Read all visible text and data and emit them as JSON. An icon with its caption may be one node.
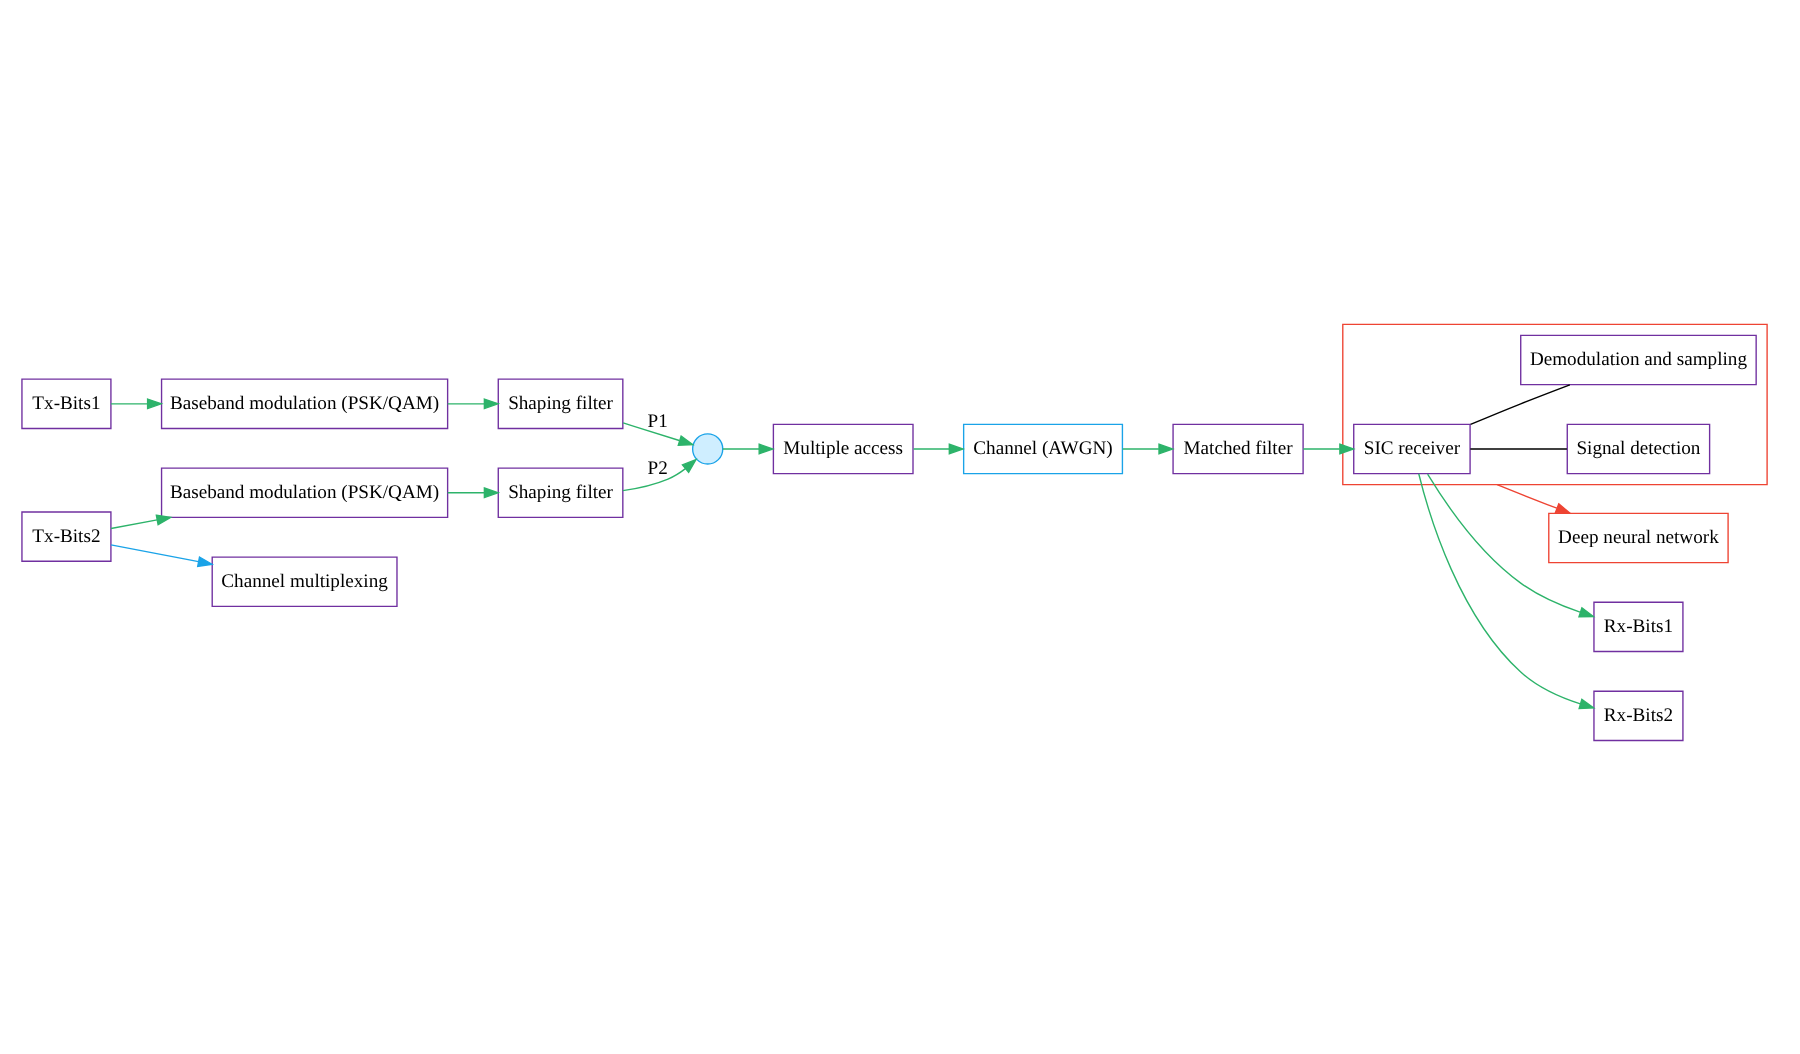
{
  "diagram": {
    "nodes": [
      {
        "text": [
          "Tx-Bits1"
        ]
      },
      {
        "text": [
          "Baseband modulation (PSK/QAM)"
        ]
      },
      {
        "text": [
          "Shaping filter"
        ]
      },
      {
        "text": [
          "Tx-Bits2"
        ]
      },
      {
        "text": [
          "Baseband modulation (PSK/QAM)"
        ]
      },
      {
        "text": [
          "Shaping filter"
        ]
      },
      {
        "text": [],
        "shape": "circle"
      },
      {
        "text": [
          "Multiple access"
        ]
      },
      {
        "text": [
          "Channel multiplexing"
        ]
      },
      {
        "text": [
          "Channel (AWGN)"
        ]
      },
      {
        "text": [
          "Deep neural network"
        ]
      },
      {
        "text": [],
        "shape": "box"
      },
      {
        "text": [
          "Rx-Bits1"
        ]
      },
      {
        "text": [
          "Rx-Bits2"
        ]
      },
      {
        "text": [
          "SIC receiver"
        ],
        "in": 11
      },
      {
        "text": [
          "Matched filter"
        ]
      },
      {
        "text": [
          "Signal detection"
        ],
        "in": 11
      },
      {
        "text": [
          "Demodulation and sampling"
        ],
        "in": 11
      }
    ],
    "edges": [
      {
        "from": 0,
        "to": 1,
        "arrow": "to"
      },
      {
        "from": 1,
        "to": 2,
        "arrow": "to"
      },
      {
        "from": 2,
        "to": 6,
        "arrow": "to",
        "label": "P1"
      },
      {
        "from": 3,
        "to": 4,
        "arrow": "to"
      },
      {
        "from": 4,
        "to": 5,
        "arrow": "to"
      },
      {
        "from": 5,
        "to": 6,
        "arrow": "to",
        "label": "P2"
      },
      {
        "from": 6,
        "to": 7,
        "arrow": "to"
      },
      {
        "from": 3,
        "to": 8,
        "arrow": "to",
        "color": "#1aa3e8"
      },
      {
        "from": 7,
        "to": 9,
        "arrow": "to"
      },
      {
        "from": 9,
        "to": 15,
        "arrow": "to"
      },
      {
        "from": 15,
        "to": 14,
        "arrow": "to"
      },
      {
        "from": 14,
        "to": 12,
        "arrow": "to"
      },
      {
        "from": 14,
        "to": 13,
        "arrow": "to"
      },
      {
        "from": 11,
        "to": 10,
        "arrow": "to",
        "color": "#ee4433"
      },
      {
        "from": 14,
        "to": 16,
        "arrow": "none",
        "color": "#000000"
      },
      {
        "from": 14,
        "to": 17,
        "arrow": "none",
        "color": "#000000"
      }
    ]
  }
}
